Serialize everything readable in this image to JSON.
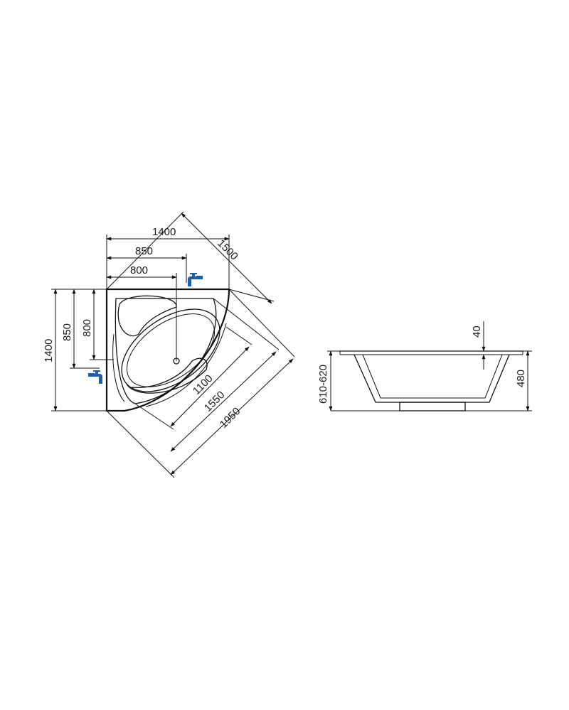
{
  "plan_view": {
    "width_dims": [
      "1400",
      "850",
      "800"
    ],
    "height_dims": [
      "1400",
      "850",
      "800"
    ],
    "diagonal_dims": [
      "1500",
      "1100",
      "1550",
      "1950"
    ]
  },
  "side_view": {
    "rim_dim": "40",
    "depth_dim": "480",
    "height_dim": "610-620"
  },
  "colors": {
    "line": "#111111",
    "faucet": "#1f5fa8"
  },
  "icons": [
    "faucet-icon",
    "faucet-icon"
  ]
}
